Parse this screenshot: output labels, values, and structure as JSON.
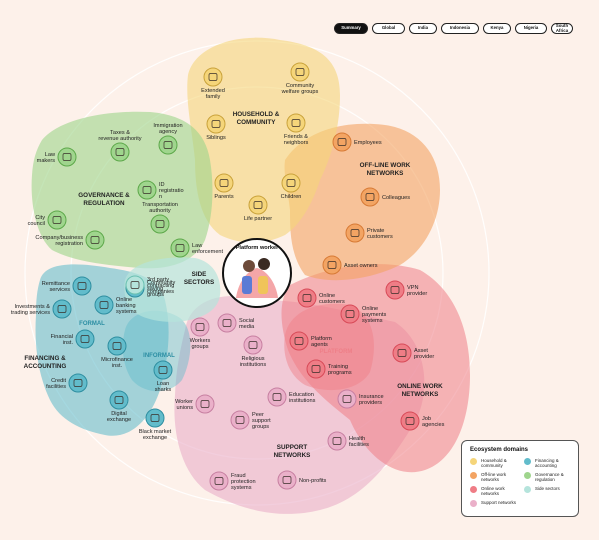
{
  "tabs": [
    {
      "label": "Summary",
      "active": true
    },
    {
      "label": "Global",
      "active": false
    },
    {
      "label": "India",
      "active": false
    },
    {
      "label": "Indonesia",
      "active": false
    },
    {
      "label": "Kenya",
      "active": false
    },
    {
      "label": "Nigeria",
      "active": false
    },
    {
      "label": "South Africa",
      "active": false
    }
  ],
  "center_label": "Platform worker",
  "domains": {
    "household": {
      "title": "HOUSEHOLD & COMMUNITY",
      "color": "#f5d57a"
    },
    "offline": {
      "title": "OFF-LINE WORK NETWORKS",
      "color": "#f3a463"
    },
    "online": {
      "title": "ONLINE WORK NETWORKS",
      "color": "#ef7d86"
    },
    "support": {
      "title": "SUPPORT NETWORKS",
      "color": "#eab0c9"
    },
    "financing": {
      "title": "FINANCING & ACCOUNTING",
      "color": "#62bccb"
    },
    "governance": {
      "title": "GOVERNANCE & REGULATION",
      "color": "#9fd58d"
    },
    "side": {
      "title": "SIDE SECTORS",
      "color": "#b5e4dc"
    }
  },
  "subregions": {
    "formal": "FORMAL",
    "informal": "INFORMAL",
    "platform": "PLATFORM"
  },
  "actors": [
    {
      "label": "Extended family",
      "domain": "household",
      "icon": "family-icon"
    },
    {
      "label": "Community welfare groups",
      "domain": "household",
      "icon": "community-icon"
    },
    {
      "label": "Siblings",
      "domain": "household",
      "icon": "siblings-icon"
    },
    {
      "label": "Friends & neighbors",
      "domain": "household",
      "icon": "friends-icon"
    },
    {
      "label": "Parents",
      "domain": "household",
      "icon": "parents-icon"
    },
    {
      "label": "Children",
      "domain": "household",
      "icon": "children-icon"
    },
    {
      "label": "Life partner",
      "domain": "household",
      "icon": "partner-icon"
    },
    {
      "label": "Employees",
      "domain": "offline",
      "icon": "employees-icon"
    },
    {
      "label": "Colleagues",
      "domain": "offline",
      "icon": "colleagues-icon"
    },
    {
      "label": "Private customers",
      "domain": "offline",
      "icon": "customers-icon"
    },
    {
      "label": "Asset owners",
      "domain": "offline",
      "icon": "key-icon"
    },
    {
      "label": "Online customers",
      "domain": "online",
      "icon": "online-customers-icon"
    },
    {
      "label": "VPN provider",
      "domain": "online",
      "icon": "vpn-icon"
    },
    {
      "label": "Online payments systems",
      "domain": "online",
      "icon": "payment-icon"
    },
    {
      "label": "Platform agents",
      "domain": "online",
      "icon": "agent-icon"
    },
    {
      "label": "Asset provider",
      "domain": "online",
      "icon": "asset-icon"
    },
    {
      "label": "Training programs",
      "domain": "online",
      "icon": "training-icon"
    },
    {
      "label": "Job agencies",
      "domain": "online",
      "icon": "job-icon"
    },
    {
      "label": "Social media",
      "domain": "support",
      "icon": "social-media-icon"
    },
    {
      "label": "Workers groups",
      "domain": "support",
      "icon": "workers-groups-icon"
    },
    {
      "label": "Religious institutions",
      "domain": "support",
      "icon": "religious-icon"
    },
    {
      "label": "Worker unions",
      "domain": "support",
      "icon": "union-icon"
    },
    {
      "label": "Education institutions",
      "domain": "support",
      "icon": "education-icon"
    },
    {
      "label": "Insurance providers",
      "domain": "support",
      "icon": "insurance-icon"
    },
    {
      "label": "Peer support groups",
      "domain": "support",
      "icon": "peer-icon"
    },
    {
      "label": "Health facilities",
      "domain": "support",
      "icon": "health-icon"
    },
    {
      "label": "Fraud protection systems",
      "domain": "support",
      "icon": "fraud-icon"
    },
    {
      "label": "Non-profits",
      "domain": "support",
      "icon": "nonprofit-icon"
    },
    {
      "label": "Remittance services",
      "domain": "financing",
      "icon": "remittance-icon"
    },
    {
      "label": "Online banking systems",
      "domain": "financing",
      "icon": "online-banking-icon"
    },
    {
      "label": "Investments & trading services",
      "domain": "financing",
      "icon": "investment-icon"
    },
    {
      "label": "Community saving groups",
      "domain": "financing",
      "icon": "saving-groups-icon"
    },
    {
      "label": "Financial inst.",
      "domain": "financing",
      "icon": "bank-icon"
    },
    {
      "label": "Microfinance inst.",
      "domain": "financing",
      "icon": "microfinance-icon"
    },
    {
      "label": "Loan sharks",
      "domain": "financing",
      "icon": "loan-shark-icon"
    },
    {
      "label": "Credit facilities",
      "domain": "financing",
      "icon": "credit-icon"
    },
    {
      "label": "Digital exchange",
      "domain": "financing",
      "icon": "digital-exchange-icon"
    },
    {
      "label": "Black market exchange",
      "domain": "financing",
      "icon": "black-market-icon"
    },
    {
      "label": "Taxes & revenue authority",
      "domain": "governance",
      "icon": "tax-icon"
    },
    {
      "label": "Immigration agency",
      "domain": "governance",
      "icon": "immigration-icon"
    },
    {
      "label": "Law makers",
      "domain": "governance",
      "icon": "lawmakers-icon"
    },
    {
      "label": "ID registration",
      "domain": "governance",
      "icon": "id-icon"
    },
    {
      "label": "Transportation authority",
      "domain": "governance",
      "icon": "transport-icon"
    },
    {
      "label": "City council",
      "domain": "governance",
      "icon": "city-council-icon"
    },
    {
      "label": "Law enforcement",
      "domain": "governance",
      "icon": "police-icon"
    },
    {
      "label": "Company/business registration",
      "domain": "governance",
      "icon": "business-registration-icon"
    },
    {
      "label": "3rd party contracting companies",
      "domain": "side",
      "icon": "contract-icon"
    }
  ],
  "legend": {
    "title": "Ecosystem domains",
    "items": [
      {
        "label": "Household & community",
        "color": "#f5d57a"
      },
      {
        "label": "Financing & accounting",
        "color": "#62bccb"
      },
      {
        "label": "Off-line work networks",
        "color": "#f3a463"
      },
      {
        "label": "Governance & regulation",
        "color": "#9fd58d"
      },
      {
        "label": "Online work networks",
        "color": "#ef7d86"
      },
      {
        "label": "Side sectors",
        "color": "#b5e4dc"
      },
      {
        "label": "Support networks",
        "color": "#eab0c9"
      }
    ]
  }
}
